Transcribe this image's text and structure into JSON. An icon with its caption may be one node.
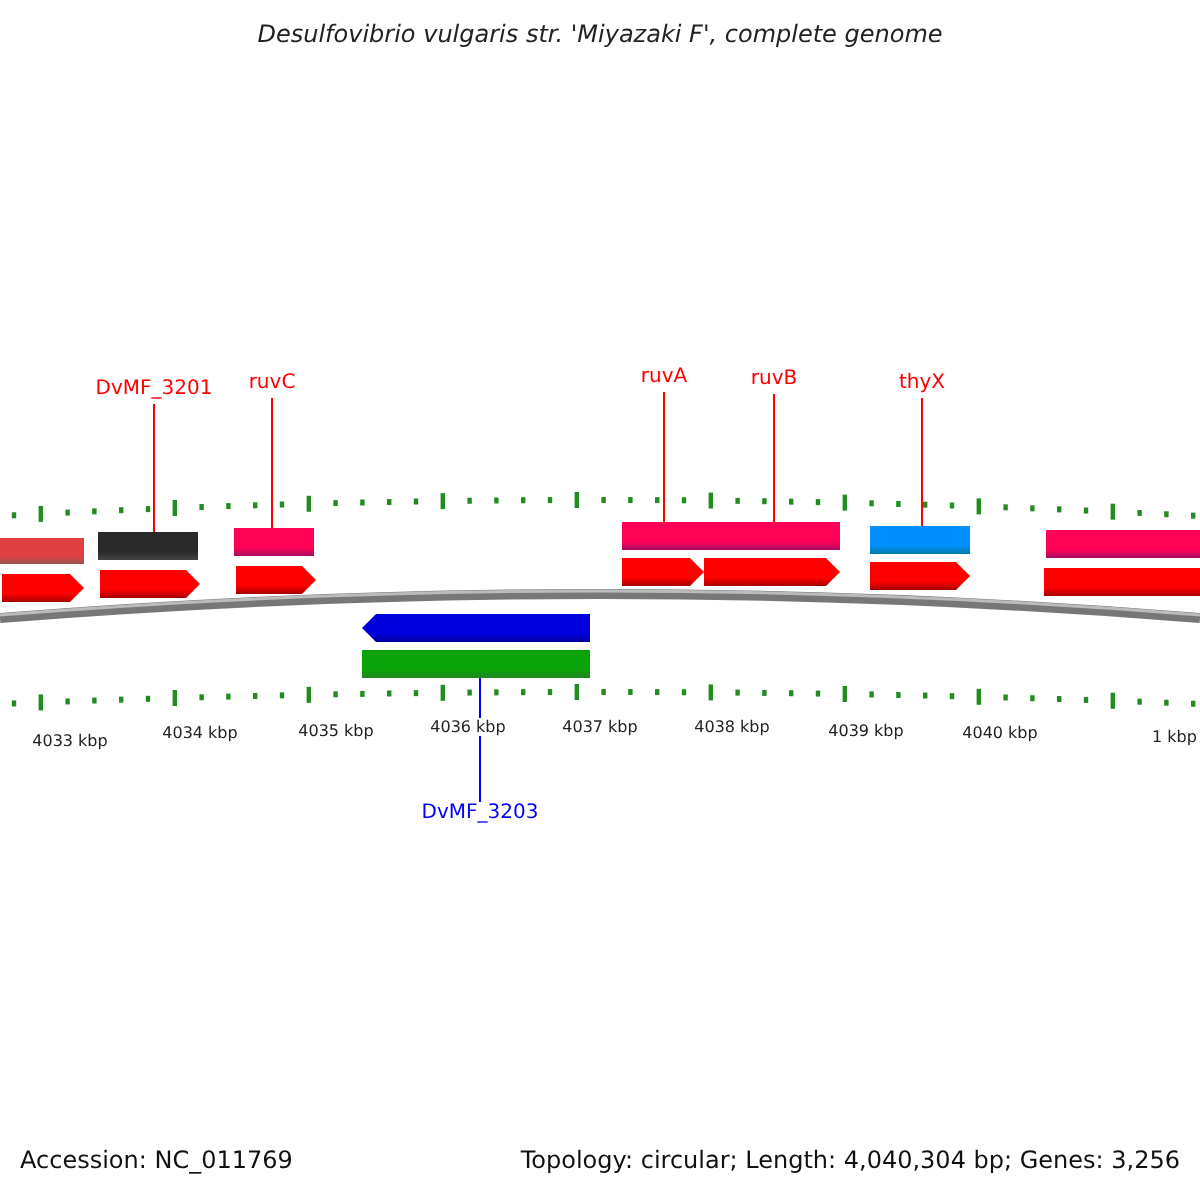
{
  "diagram": {
    "title": "Desulfovibrio vulgaris str. 'Miyazaki F', complete genome",
    "nodes": [
      {
        "text": [
          "DvMF_3201"
        ]
      },
      {
        "text": [
          "ruvC"
        ]
      },
      {
        "text": [
          "ruvA"
        ]
      },
      {
        "text": [
          "ruvB"
        ]
      },
      {
        "text": [
          "thyX"
        ]
      },
      {
        "text": [
          "DvMF_3203"
        ]
      },
      {
        "text": [],
        "shape": "bar"
      },
      {
        "text": [],
        "shape": "bar"
      },
      {
        "text": [],
        "shape": "bar"
      },
      {
        "text": [],
        "shape": "bar"
      },
      {
        "text": [],
        "shape": "bar"
      },
      {
        "text": [],
        "shape": "bar"
      },
      {
        "text": [],
        "shape": "bar"
      },
      {
        "text": [],
        "shape": "bar"
      },
      {
        "text": [],
        "shape": "bar"
      },
      {
        "text": [],
        "shape": "bar"
      },
      {
        "text": [],
        "shape": "bar"
      },
      {
        "text": [],
        "shape": "bar"
      },
      {
        "text": [],
        "shape": "bar"
      },
      {
        "text": [],
        "shape": "bar"
      },
      {
        "text": [],
        "shape": "bar"
      },
      {
        "text": [],
        "shape": "bar"
      }
    ],
    "edges": [
      {
        "from": 0,
        "to": 7,
        "arrow": "none"
      },
      {
        "from": 1,
        "to": 8,
        "arrow": "none"
      },
      {
        "from": 2,
        "to": 9,
        "arrow": "none"
      },
      {
        "from": 3,
        "to": 10,
        "arrow": "none"
      },
      {
        "from": 4,
        "to": 11,
        "arrow": "none"
      },
      {
        "from": 5,
        "to": 21,
        "arrow": "none",
        "color": "#0000ff"
      }
    ],
    "labels": [
      "4033 kbp",
      "4034 kbp",
      "4035 kbp",
      "4036 kbp",
      "4037 kbp",
      "4038 kbp",
      "4039 kbp",
      "4040 kbp",
      "1 kbp",
      "Accession: NC_011769",
      "Topology: circular; Length: 4,040,304 bp; Genes: 3,256"
    ]
  }
}
